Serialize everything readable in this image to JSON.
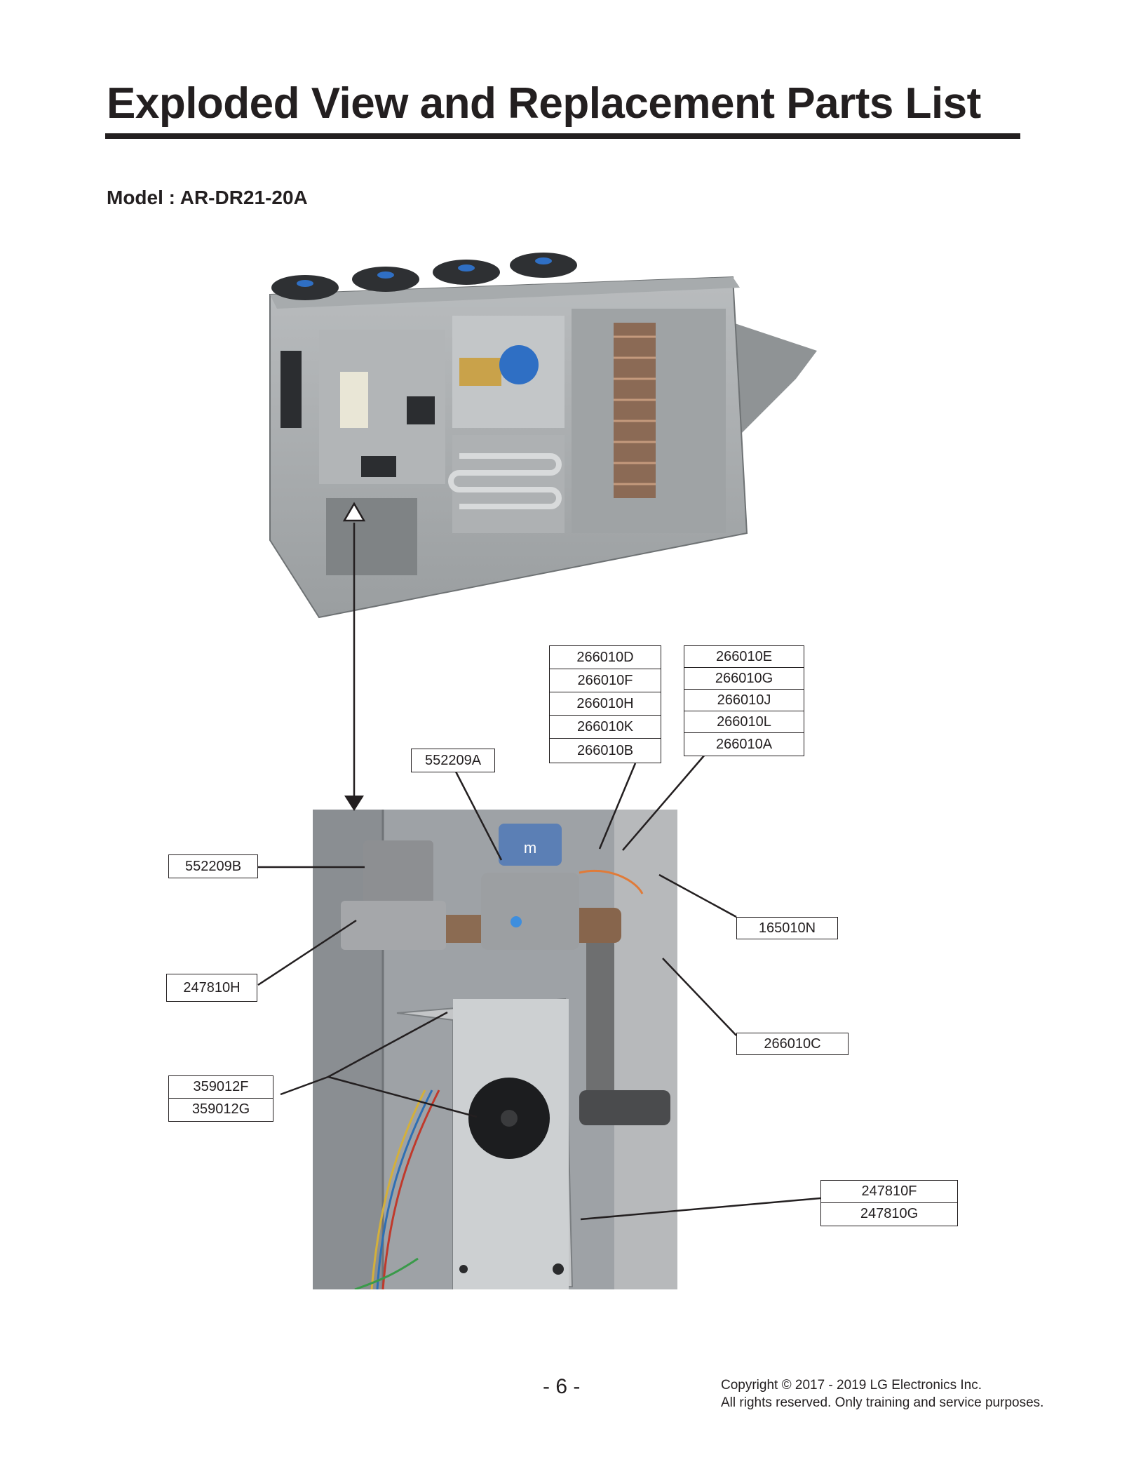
{
  "title": "Exploded View and Replacement Parts List",
  "model": "Model : AR-DR21-20A",
  "callouts": {
    "valve_top_left": [
      "266010D",
      "266010F",
      "266010H",
      "266010K",
      "266010B"
    ],
    "valve_top_right": [
      "266010E",
      "266010G",
      "266010J",
      "266010L",
      "266010A"
    ],
    "regulator": "552209A",
    "gas_valve": "552209B",
    "gas_valve_body": "247810H",
    "wire": "165010N",
    "switch": "266010C",
    "inducer_housing": [
      "359012F",
      "359012G"
    ],
    "inducer_motor": [
      "247810F",
      "247810G"
    ]
  },
  "footer": {
    "page": "- 6 -",
    "copyright_line1": "Copyright © 2017 - 2019 LG Electronics Inc.",
    "copyright_line2": "All rights reserved. Only training and service purposes."
  }
}
